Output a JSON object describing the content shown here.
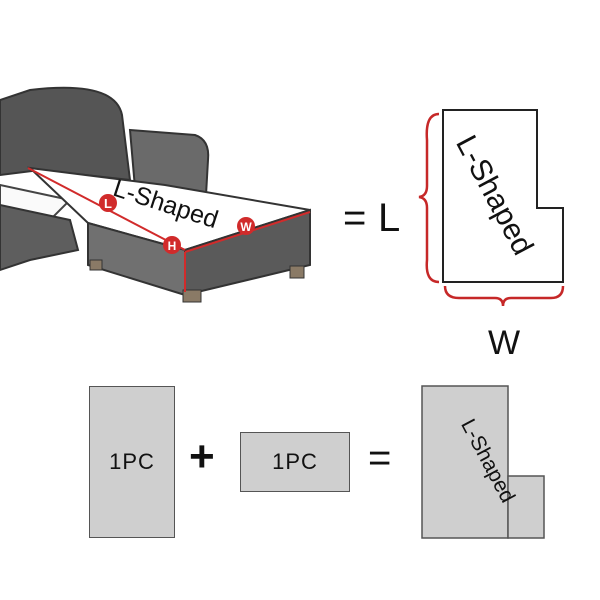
{
  "colors": {
    "accent_red": "#d12b2b",
    "sofa_dark": "#555555",
    "sofa_mid": "#6a6a6a",
    "cushion_light": "#ffffff",
    "piece_fill": "#cfcfcf",
    "outline": "#333333"
  },
  "top": {
    "sofa_label": "L-Shaped",
    "badge_l": "L",
    "badge_w": "W",
    "badge_h": "H",
    "equals": "=",
    "dimension_l": "L",
    "shape_label": "L-Shaped",
    "dimension_w": "W"
  },
  "bottom": {
    "piece_1": "1PC",
    "plus": "+",
    "piece_2": "1PC",
    "equals": "=",
    "result_label": "L-Shaped"
  }
}
